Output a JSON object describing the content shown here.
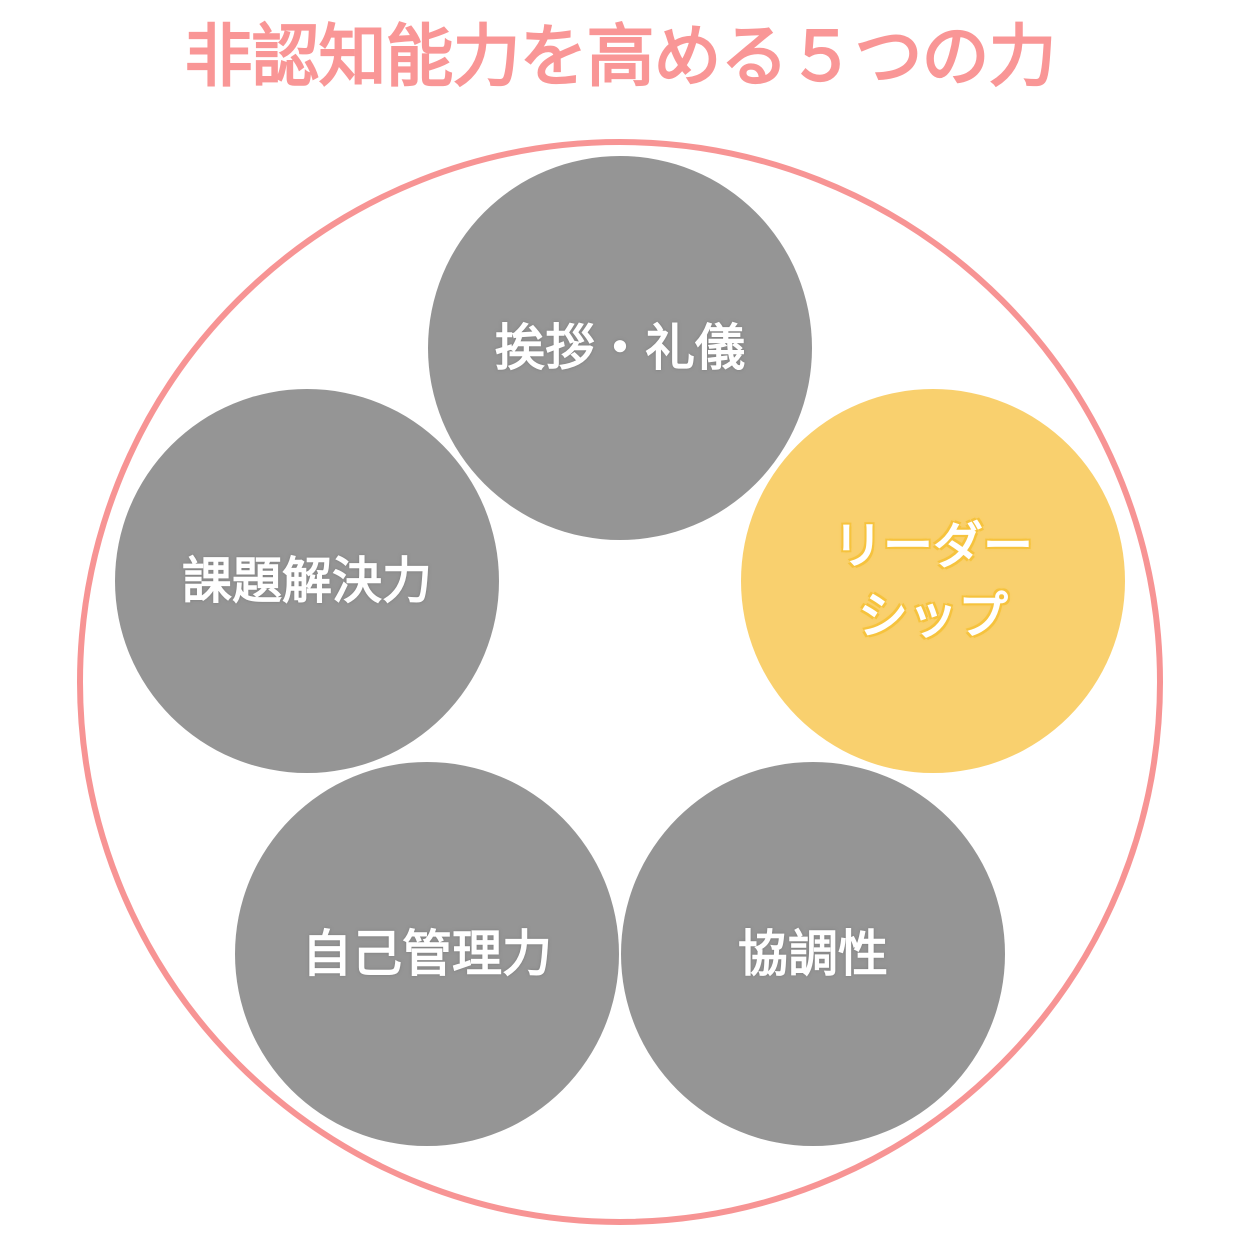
{
  "title": "非認知能力を高める５つの力",
  "circles": {
    "greeting": "挨拶・礼儀",
    "problem_solving": "課題解決力",
    "leadership_line1": "リーダー",
    "leadership_line2": "シップ",
    "self_management": "自己管理力",
    "cooperation": "協調性"
  },
  "colors": {
    "title": "#F99696",
    "outer_ring": "#F79494",
    "circle": "#959595",
    "highlight": "#F9D06E"
  }
}
